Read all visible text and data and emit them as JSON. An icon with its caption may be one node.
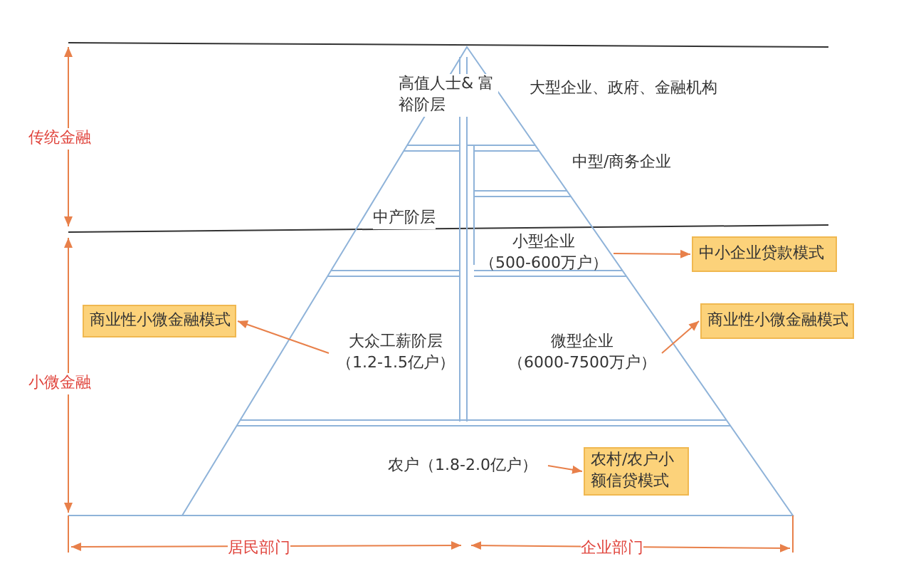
{
  "diagram": {
    "nodes": [
      {
        "text": [
          "小型企业",
          "（500-600万户）"
        ]
      },
      {
        "text": [
          "中小企业贷款模式"
        ]
      },
      {
        "text": [
          "商业性小微金融模式"
        ]
      },
      {
        "text": [
          "大众工薪阶层",
          "（1.2-1.5亿户）"
        ]
      },
      {
        "text": [
          "微型企业",
          "（6000-7500万户）"
        ]
      },
      {
        "text": [
          "商业性小微金融模式"
        ]
      },
      {
        "text": [
          "农户（1.8-2.0亿户）"
        ]
      },
      {
        "text": [
          "农村/农户小额信贷模式"
        ]
      }
    ],
    "edges": [
      {
        "from": 0,
        "to": 1,
        "arrow": "to"
      },
      {
        "from": 3,
        "to": 2,
        "arrow": "to"
      },
      {
        "from": 4,
        "to": 5,
        "arrow": "to"
      },
      {
        "from": 6,
        "to": 7,
        "arrow": "to"
      }
    ],
    "labels": [
      "高值人士& 富裕阶层",
      "大型企业、政府、金融机构",
      "传统金融",
      "中型/商务企业",
      "中产阶层",
      "小微金融",
      "居民部门",
      "企业部门"
    ]
  }
}
